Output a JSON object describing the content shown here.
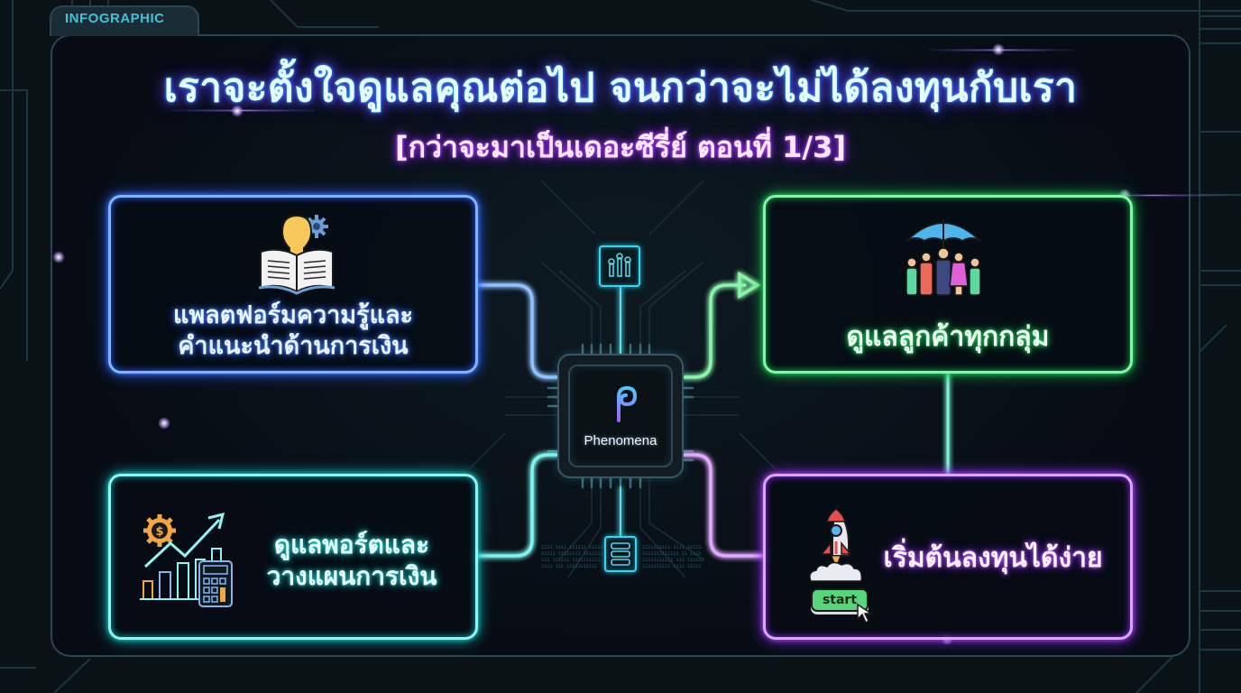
{
  "tab": {
    "label": "INFOGRAPHIC"
  },
  "header": {
    "title": "เราจะตั้งใจดูแลคุณต่อไป จนกว่าจะไม่ได้ลงทุนกับเรา",
    "subtitle": "[กว่าจะมาเป็นเดอะซีรี่ย์ ตอนที่ 1/3]"
  },
  "center_chip": {
    "logo_icon": "phenomena-p-logo-icon",
    "label": "Phenomena"
  },
  "connector_nodes": [
    {
      "position": "top",
      "icon": "sliders-icon"
    },
    {
      "position": "bottom",
      "icon": "server-stack-icon"
    }
  ],
  "cards": [
    {
      "position": "top-left",
      "icon": "lightbulb-book-gear-icon",
      "lines": [
        "แพลตฟอร์มความรู้และ",
        "คำแนะนำด้านการเงิน"
      ],
      "color": "#7fb4ff"
    },
    {
      "position": "top-right",
      "icon": "umbrella-family-icon",
      "lines": [
        "ดูแลลูกค้าทุกกลุ่ม"
      ],
      "color": "#86f5a8"
    },
    {
      "position": "bottom-left",
      "icon": "growth-chart-calculator-icon",
      "lines": [
        "ดูแลพอร์ตและ",
        "วางแผนการเงิน"
      ],
      "color": "#8ff5f0"
    },
    {
      "position": "bottom-right",
      "icon": "rocket-start-icon",
      "lines": [
        "เริ่มต้นลงทุนได้ง่าย"
      ],
      "start_button_label": "start",
      "color": "#e0a6ff"
    }
  ],
  "colors": {
    "background": "#0a1216",
    "frame": "#2b4652",
    "tab_text": "#3fc4d6",
    "blue": "#7fb4ff",
    "green": "#86f5a8",
    "cyan": "#8ff5f0",
    "purple": "#e0a6ff"
  }
}
